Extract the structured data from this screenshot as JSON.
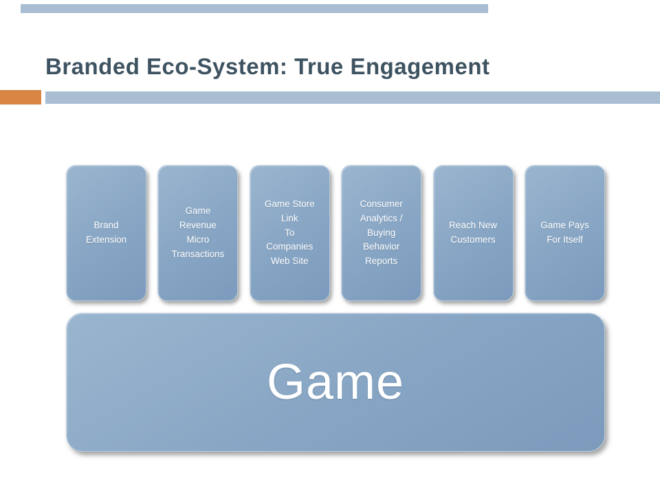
{
  "slide": {
    "title": "Branded Eco-System: True Engagement"
  },
  "cards": [
    {
      "label": "Brand\nExtension"
    },
    {
      "label": "Game\nRevenue\nMicro\nTransactions"
    },
    {
      "label": "Game Store\nLink\nTo\nCompanies\nWeb Site"
    },
    {
      "label": "Consumer\nAnalytics /\nBuying\nBehavior\nReports"
    },
    {
      "label": "Reach New\nCustomers"
    },
    {
      "label": "Game Pays\nFor Itself"
    }
  ],
  "game_box": {
    "label": "Game"
  },
  "colors": {
    "accent_orange": "#d98544",
    "band_blue": "#a9bed2",
    "card_blue": "#87a5c4",
    "title_text": "#3e5361",
    "card_text": "#ffffff"
  }
}
